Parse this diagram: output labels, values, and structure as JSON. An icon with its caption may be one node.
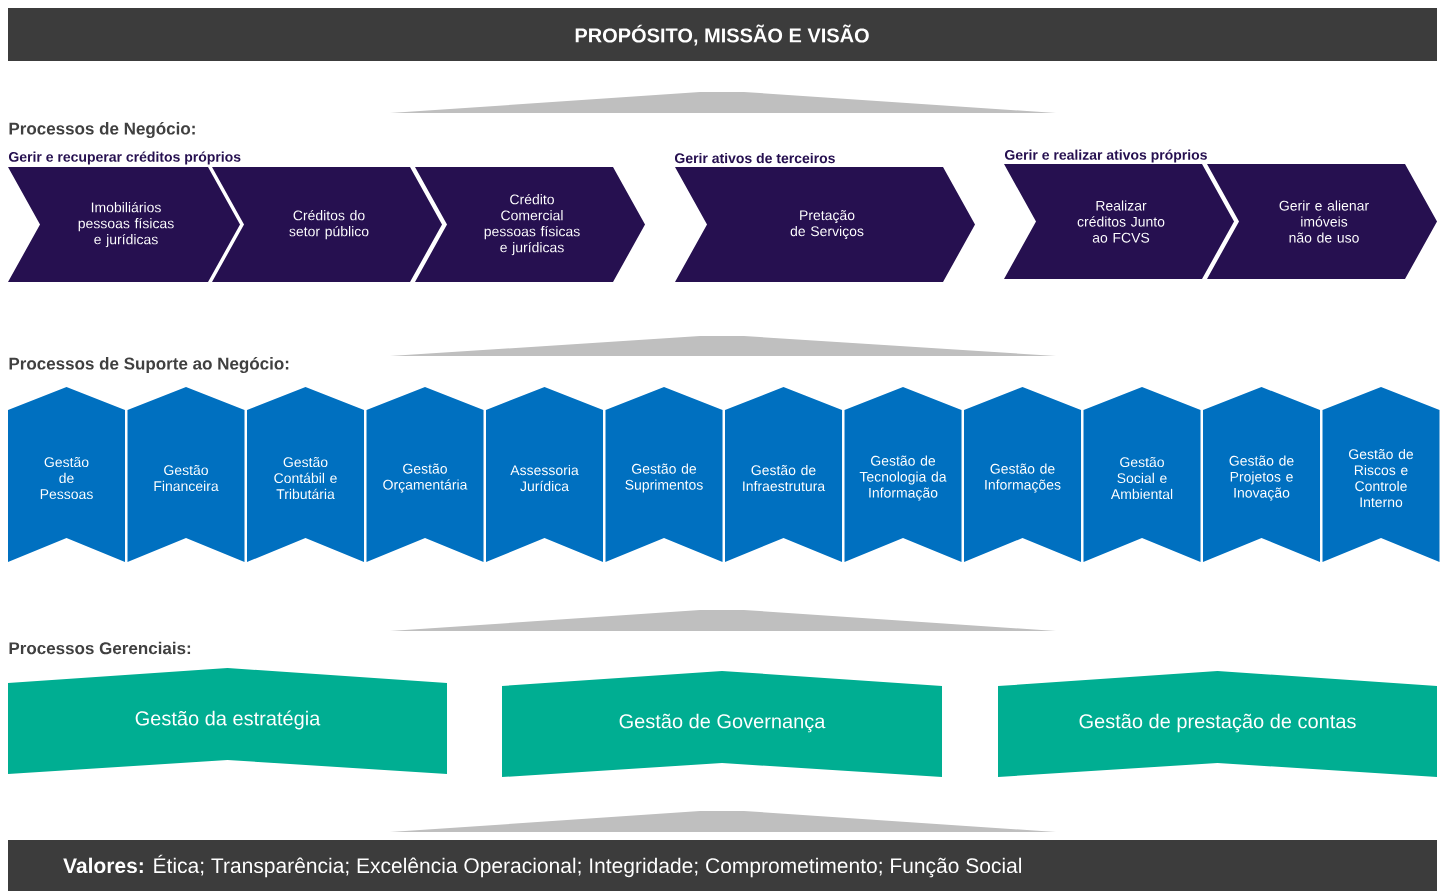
{
  "diagram": {
    "nodes": [
      {
        "text": [
          "PROPÓSITO, MISSÃO E VISÃO"
        ]
      },
      {
        "text": [
          "Imobiliários pessoas físicas e jurídicas"
        ]
      },
      {
        "text": [
          "Créditos do setor público"
        ]
      },
      {
        "text": [
          "Crédito Comercial pessoas físicas e jurídicas"
        ]
      },
      {
        "text": [
          "Pretação de Serviços"
        ]
      },
      {
        "text": [
          "Realizar créditos Junto ao FCVS"
        ]
      },
      {
        "text": [
          "Gerir e alienar imóveis não de uso"
        ]
      },
      {
        "text": [
          "Gestão de Pessoas"
        ]
      },
      {
        "text": [
          "Gestão Financeira"
        ]
      },
      {
        "text": [
          "Gestão Contábil e Tributária"
        ]
      },
      {
        "text": [
          "Gestão Orçamentária"
        ]
      },
      {
        "text": [
          "Assessoria Jurídica"
        ]
      },
      {
        "text": [
          "Gestão de Suprimentos"
        ]
      },
      {
        "text": [
          "Gestão de Infraestrutura"
        ]
      },
      {
        "text": [
          "Gestão de Tecnologia da Informação"
        ]
      },
      {
        "text": [
          "Gestão de Informações"
        ]
      },
      {
        "text": [
          "Gestão Social e Ambiental"
        ]
      },
      {
        "text": [
          "Gestão de Projetos e Inovação"
        ]
      },
      {
        "text": [
          "Gestão de Riscos e Controle Interno"
        ]
      },
      {
        "text": [
          "Gestão da estratégia"
        ]
      },
      {
        "text": [
          "Gestão de Governança"
        ]
      },
      {
        "text": [
          "Gestão de prestação de contas"
        ]
      },
      {
        "text": [
          "**Valores:** Ética; Transparência; Excelência Operacional; Integridade; Comprometimento; Função Social"
        ]
      },
      {
        "text": [],
        "shape": "trapezoid"
      },
      {
        "text": [],
        "shape": "trapezoid"
      },
      {
        "text": [],
        "shape": "trapezoid"
      },
      {
        "text": [],
        "shape": "trapezoid"
      }
    ],
    "labels": [
      "Processos de Negócio:",
      "Gerir e recuperar créditos próprios",
      "Gerir ativos de terceiros",
      "Gerir e realizar ativos próprios",
      "Processos de Suporte ao Negócio:",
      "Processos Gerenciais:"
    ]
  }
}
